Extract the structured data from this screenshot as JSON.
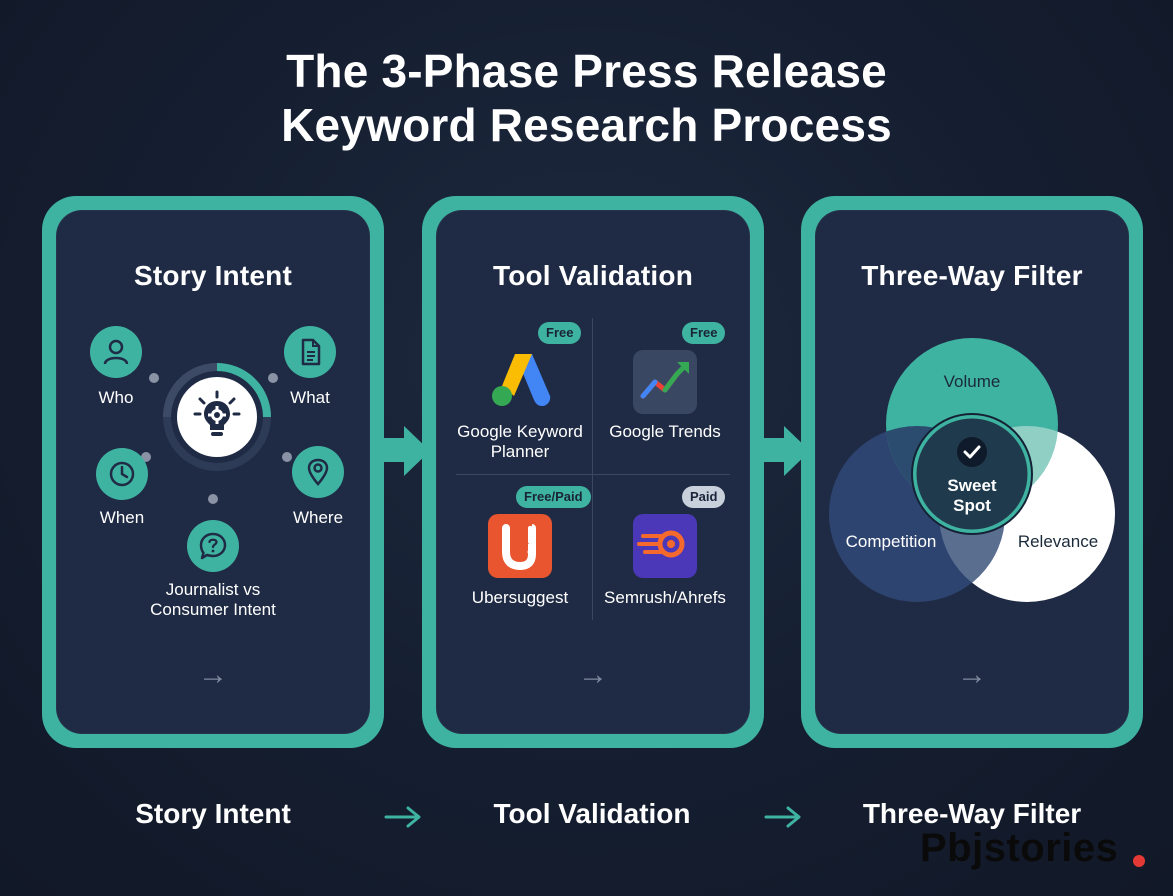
{
  "title": {
    "line1": "The 3-Phase Press Release",
    "line2": "Keyword Research Process"
  },
  "colors": {
    "accent": "#3fb3a2",
    "card_bg": "#1f2b44",
    "page_bg": "#151e30",
    "paid_badge": "#c8d0dc",
    "watermark_dot": "#e53935"
  },
  "phase1": {
    "title": "Story Intent",
    "center_icon": "lightbulb-gear-icon",
    "items": [
      {
        "label": "Who",
        "icon": "person-icon"
      },
      {
        "label": "What",
        "icon": "document-icon"
      },
      {
        "label": "When",
        "icon": "clock-icon"
      },
      {
        "label": "Where",
        "icon": "location-pin-icon"
      },
      {
        "label": "Journalist vs",
        "label2": "Consumer Intent",
        "icon": "question-bubble-icon"
      }
    ],
    "arrow": "→"
  },
  "phase2": {
    "title": "Tool Validation",
    "tools": [
      {
        "name": "Google Keyword",
        "name2": "Planner",
        "badge": "Free",
        "icon": "google-ads-icon"
      },
      {
        "name": "Google Trends",
        "badge": "Free",
        "icon": "trends-chart-icon"
      },
      {
        "name": "Ubersuggest",
        "badge": "Free/Paid",
        "icon": "ubersuggest-u-icon"
      },
      {
        "name": "Semrush/Ahrefs",
        "badge": "Paid",
        "icon": "semrush-flame-icon"
      }
    ],
    "arrow": "→"
  },
  "phase3": {
    "title": "Three-Way Filter",
    "volume": "Volume",
    "competition": "Competition",
    "relevance": "Relevance",
    "sweet_spot_line1": "Sweet",
    "sweet_spot_line2": "Spot",
    "center_icon": "checkmark-icon",
    "arrow": "→"
  },
  "bottom": {
    "labels": [
      "Story Intent",
      "Tool Validation",
      "Three-Way Filter"
    ]
  },
  "watermark": "Pbjstories"
}
